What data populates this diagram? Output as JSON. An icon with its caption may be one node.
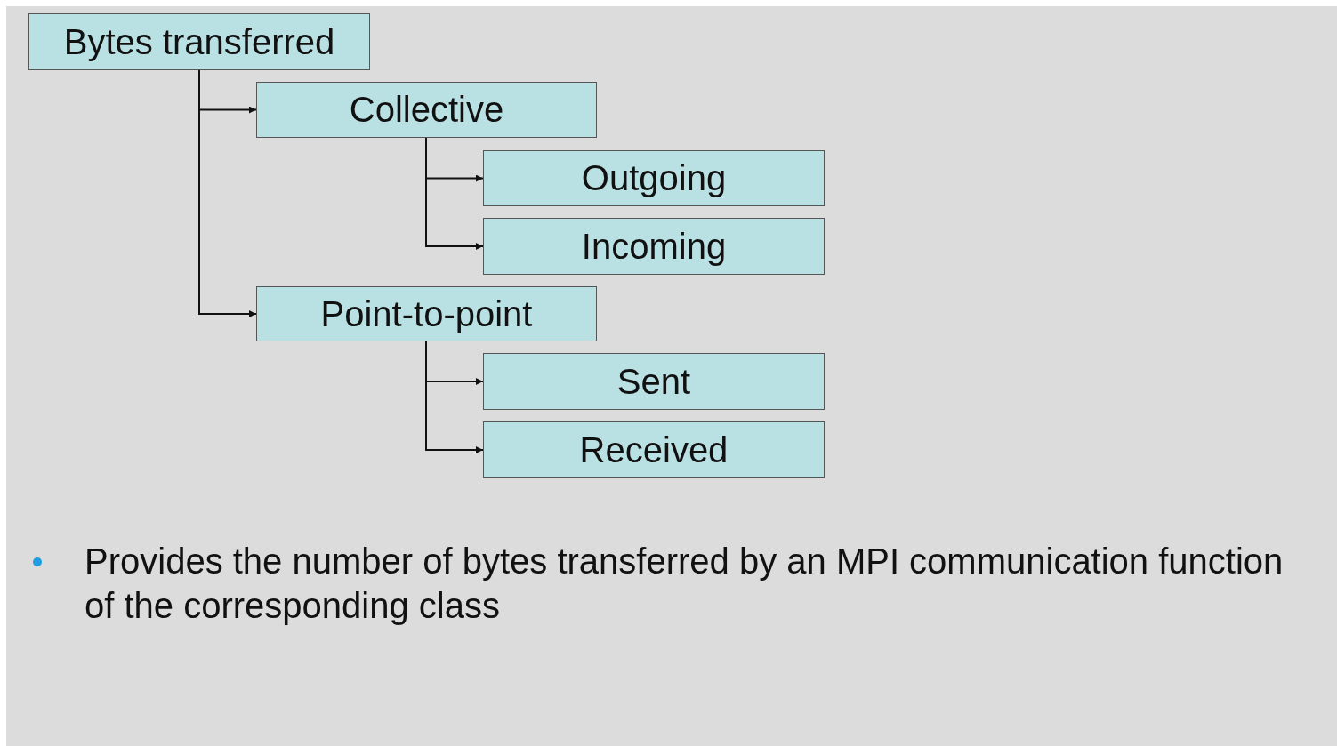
{
  "diagram": {
    "nodes": [
      {
        "text": [
          "Bytes transferred"
        ]
      },
      {
        "text": [
          "Collective"
        ]
      },
      {
        "text": [
          "Outgoing"
        ]
      },
      {
        "text": [
          "Incoming"
        ]
      },
      {
        "text": [
          "Point-to-point"
        ]
      },
      {
        "text": [
          "Sent"
        ]
      },
      {
        "text": [
          "Received"
        ]
      }
    ],
    "edges": [
      {
        "from": 0,
        "to": 1,
        "arrow": "to"
      },
      {
        "from": 0,
        "to": 4,
        "arrow": "to"
      },
      {
        "from": 1,
        "to": 2,
        "arrow": "to"
      },
      {
        "from": 1,
        "to": 3,
        "arrow": "to"
      },
      {
        "from": 4,
        "to": 5,
        "arrow": "to"
      },
      {
        "from": 4,
        "to": 6,
        "arrow": "to"
      }
    ],
    "labels": [
      "Provides the number of bytes transferred by an MPI communication function of the corresponding class"
    ]
  }
}
